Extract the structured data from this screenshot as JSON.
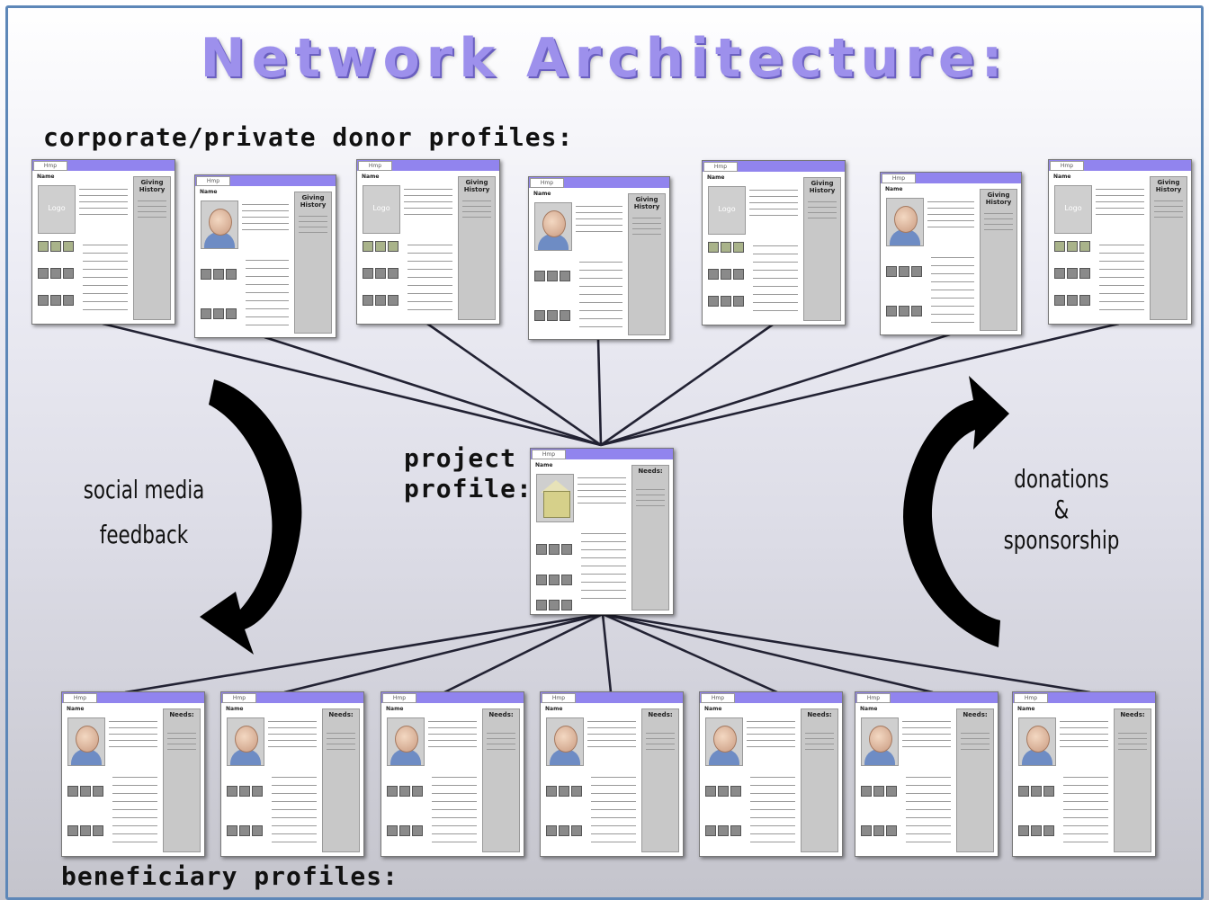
{
  "title": "Network Architecture:",
  "sections": {
    "donors": "corporate/private donor profiles:",
    "project_line1": "project",
    "project_line2": "profile:",
    "beneficiaries": "beneficiary profiles:"
  },
  "side_labels": {
    "left_line1": "social media",
    "left_line2": "feedback",
    "right_line1": "donations",
    "right_line2": "&",
    "right_line3": "sponsorship"
  },
  "colors": {
    "title": "#9d90ec",
    "card_bar": "#9184ee",
    "frame": "#5d87b8",
    "connector": "#222233"
  },
  "donor_cards": [
    {
      "kind": "company",
      "sidebar": "Giving History"
    },
    {
      "kind": "person",
      "sidebar": "Giving History"
    },
    {
      "kind": "company",
      "sidebar": "Giving History"
    },
    {
      "kind": "person",
      "sidebar": "Giving History"
    },
    {
      "kind": "company",
      "sidebar": "Giving History"
    },
    {
      "kind": "person",
      "sidebar": "Giving History"
    },
    {
      "kind": "company",
      "sidebar": "Giving History"
    }
  ],
  "project_card": {
    "kind": "project",
    "sidebar": "Needs:"
  },
  "beneficiary_cards": [
    {
      "kind": "person",
      "sidebar": "Needs:"
    },
    {
      "kind": "person",
      "sidebar": "Needs:"
    },
    {
      "kind": "person",
      "sidebar": "Needs:"
    },
    {
      "kind": "person",
      "sidebar": "Needs:"
    },
    {
      "kind": "person",
      "sidebar": "Needs:"
    },
    {
      "kind": "person",
      "sidebar": "Needs:"
    },
    {
      "kind": "person",
      "sidebar": "Needs:"
    }
  ],
  "card_texts": {
    "logo_tab": "Hmp",
    "logo_placeholder": "Logo",
    "name": "Name"
  }
}
